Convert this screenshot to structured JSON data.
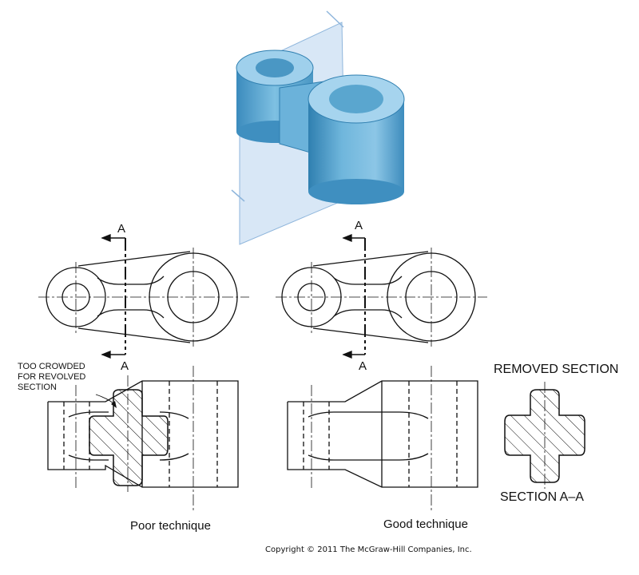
{
  "labels": {
    "section_letter": "A",
    "crowded_note_line1": "TOO CROWDED",
    "crowded_note_line2": "FOR REVOLVED",
    "crowded_note_line3": "SECTION",
    "removed_section_title": "REMOVED SECTION",
    "section_caption": "SECTION A–A",
    "poor_caption": "Poor technique",
    "good_caption": "Good technique",
    "copyright": "Copyright © 2011 The McGraw-Hill Companies, Inc."
  },
  "colors": {
    "line": "#111111",
    "pictorial_blue": "#5aa6cf",
    "pictorial_dark": "#2f7fb0",
    "cutting_plane": "#b8d4ee"
  }
}
